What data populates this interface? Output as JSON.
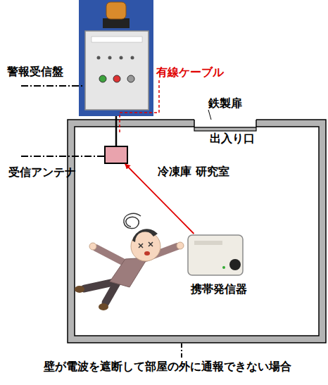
{
  "diagram": {
    "nodes": [
      {
        "text": [
          "警報受信盤"
        ]
      },
      {
        "text": [
          "冷凍庫 研究室"
        ]
      },
      {
        "text": [
          "受信アンテナ"
        ],
        "in": 1
      },
      {
        "text": [
          "携帯発信器"
        ],
        "in": 1
      }
    ],
    "edges": [
      {
        "from": 0,
        "to": 2,
        "arrow": "none",
        "label": "有線ケーブル"
      },
      {
        "from": 3,
        "to": 2,
        "arrow": "to"
      }
    ],
    "labels": [
      "鉄製扉",
      "出入り口",
      "壁が電波を遮断して部屋の外に通報できない場合"
    ]
  }
}
